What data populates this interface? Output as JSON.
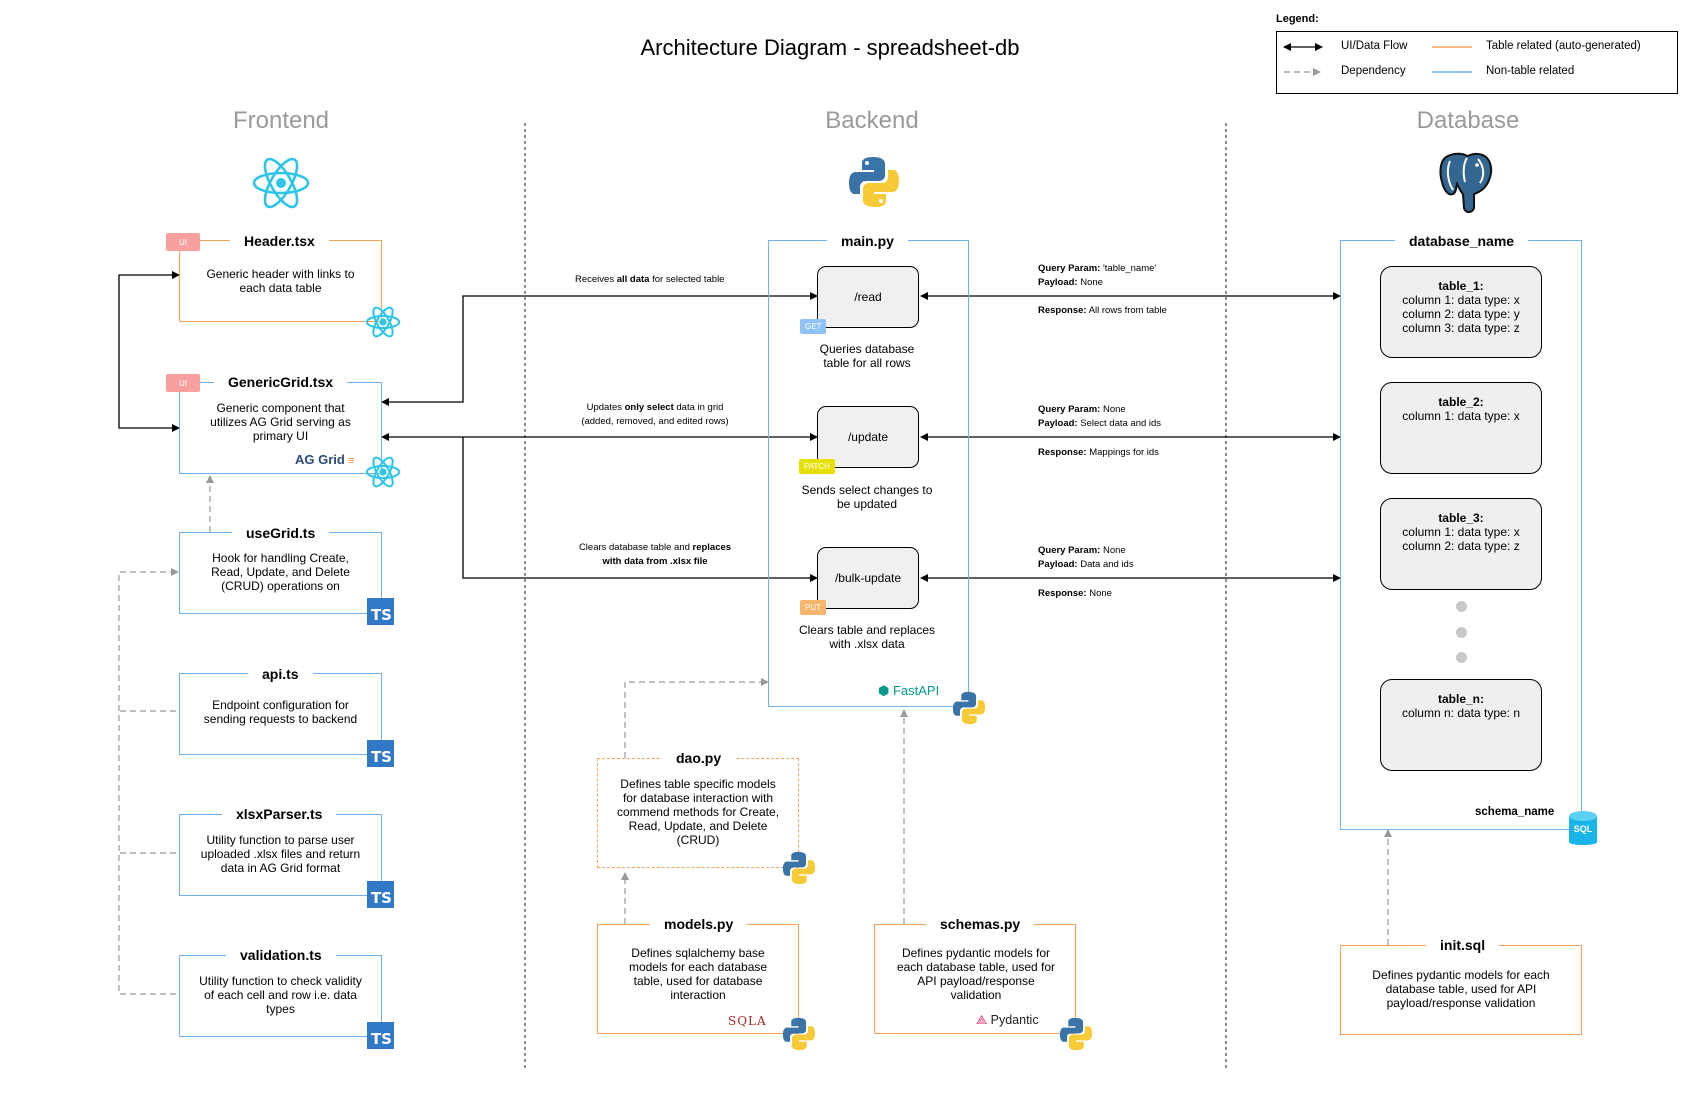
{
  "title": "Architecture Diagram - spreadsheet-db",
  "legend": {
    "title": "Legend:",
    "ui_flow": "UI/Data Flow",
    "dependency": "Dependency",
    "table_related": "Table related (auto-generated)",
    "non_table_related": "Non-table related",
    "colors": {
      "table_related": "#f5a25b",
      "non_table_related": "#6eb2f0"
    }
  },
  "columns": {
    "frontend": "Frontend",
    "backend": "Backend",
    "database": "Database"
  },
  "frontend": {
    "header": {
      "title": "Header.tsx",
      "desc": "Generic header with links to each data table",
      "tag": "UI"
    },
    "generic_grid": {
      "title": "GenericGrid.tsx",
      "desc": "Generic component that utilizes AG Grid serving as primary UI",
      "tag": "UI",
      "ag_grid": "AG Grid"
    },
    "use_grid": {
      "title": "useGrid.ts",
      "desc": "Hook for handling Create, Read, Update, and Delete (CRUD) operations on"
    },
    "api": {
      "title": "api.ts",
      "desc": "Endpoint configuration for sending requests to backend"
    },
    "xlsx_parser": {
      "title": "xlsxParser.ts",
      "desc": "Utility function to parse user uploaded .xlsx files and return data in AG Grid format"
    },
    "validation": {
      "title": "validation.ts",
      "desc": "Utility function to check validity of each cell and row i.e. data types"
    },
    "ts_label": "TS"
  },
  "backend": {
    "main": {
      "title": "main.py",
      "fastapi": "FastAPI"
    },
    "read": {
      "path": "/read",
      "method": "GET",
      "desc": "Queries database table for all rows",
      "method_color": "#8fc3f5"
    },
    "update": {
      "path": "/update",
      "method": "PATCH",
      "desc": "Sends select changes to be updated",
      "method_color": "#e6e000"
    },
    "bulk": {
      "path": "/bulk-update",
      "method": "PUT",
      "desc": "Clears table and replaces with .xlsx data",
      "method_color": "#f8b66c"
    },
    "dao": {
      "title": "dao.py",
      "desc": "Defines table specific models for database interaction with commend methods for Create, Read, Update, and Delete (CRUD)"
    },
    "models": {
      "title": "models.py",
      "desc": "Defines sqlalchemy base models for each database table, used for database interaction",
      "logo": "SQLA"
    },
    "schemas": {
      "title": "schemas.py",
      "desc": "Defines pydantic models for each database table, used for API payload/response validation",
      "logo": "Pydantic"
    }
  },
  "flows": {
    "read_left": {
      "pre": "Receives ",
      "bold": "all data",
      "post": " for selected table"
    },
    "update_left": {
      "pre": "Updates ",
      "bold": "only select",
      "post": " data in grid",
      "line2": "(added, removed, and edited rows)"
    },
    "bulk_left": {
      "line1_pre": "Clears database table and ",
      "line1_bold": "replaces",
      "line2": "with data from .xlsx file"
    },
    "read_right": {
      "qp_label": "Query Param:",
      "qp_value": " 'table_name'",
      "pl_label": "Payload:",
      "pl_value": " None",
      "resp_label": "Response:",
      "resp_value": " All rows from table"
    },
    "update_right": {
      "qp_label": "Query Param:",
      "qp_value": " None",
      "pl_label": "Payload:",
      "pl_value": " Select data and ids",
      "resp_label": "Response:",
      "resp_value": " Mappings for ids"
    },
    "bulk_right": {
      "qp_label": "Query Param:",
      "qp_value": " None",
      "pl_label": "Payload:",
      "pl_value": " Data and ids",
      "resp_label": "Response:",
      "resp_value": " None"
    }
  },
  "database": {
    "title": "database_name",
    "schema": "schema_name",
    "sql_label": "SQL",
    "tables": [
      {
        "name": "table_1:",
        "cols": [
          "column 1: data type: x",
          "column 2: data type: y",
          "column 3: data type: z"
        ]
      },
      {
        "name": "table_2:",
        "cols": [
          "column 1: data type: x"
        ]
      },
      {
        "name": "table_3:",
        "cols": [
          "column 1: data type: x",
          "column 2: data type: z"
        ]
      },
      {
        "name": "table_n:",
        "cols": [
          "column n: data type: n"
        ]
      }
    ],
    "init_sql": {
      "title": "init.sql",
      "desc": "Defines pydantic models for each database table, used for API payload/response validation"
    }
  }
}
